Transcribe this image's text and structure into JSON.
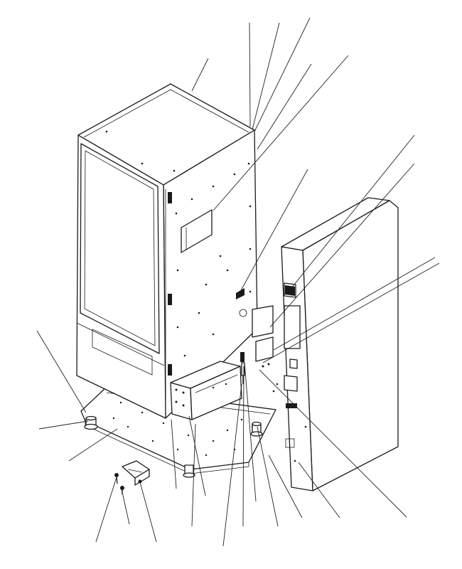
{
  "diagram": {
    "type": "exploded-assembly-view",
    "callout_count": 21,
    "line_color": "#1a1a1a",
    "background": "#ffffff",
    "components": [
      "cabinet-top-panel",
      "cabinet-front-door",
      "cabinet-side-panel",
      "base-plate",
      "leveling-foot",
      "mounting-bracket",
      "control-box",
      "coin-mechanism-door",
      "hinge-pin",
      "screw-fastener"
    ]
  }
}
